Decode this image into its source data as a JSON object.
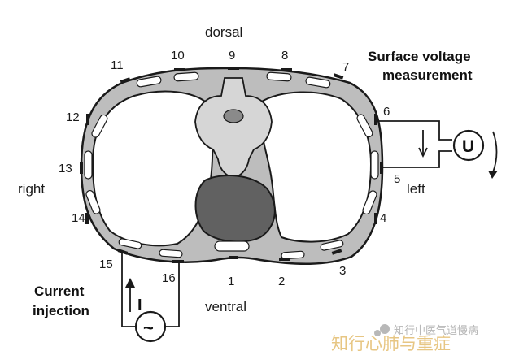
{
  "labels": {
    "dorsal": "dorsal",
    "ventral": "ventral",
    "right": "right",
    "left": "left",
    "surface_line1": "Surface voltage",
    "surface_line2": "measurement",
    "current_line1": "Current",
    "current_line2": "injection",
    "voltmeter": "U",
    "current_symbol": "I",
    "source_symbol": "~"
  },
  "electrodes": [
    "1",
    "2",
    "3",
    "4",
    "5",
    "6",
    "7",
    "8",
    "9",
    "10",
    "11",
    "12",
    "13",
    "14",
    "15",
    "16"
  ],
  "watermark": {
    "line1": "知行中医气道慢病",
    "line2": "知行心肺与重症"
  },
  "colors": {
    "outline": "#1a1a1a",
    "tissue": "#bdbdbd",
    "lung": "#ffffff",
    "vertebra": "#d6d6d6",
    "heart": "#616161",
    "watermark_text": "#e0b45a"
  }
}
